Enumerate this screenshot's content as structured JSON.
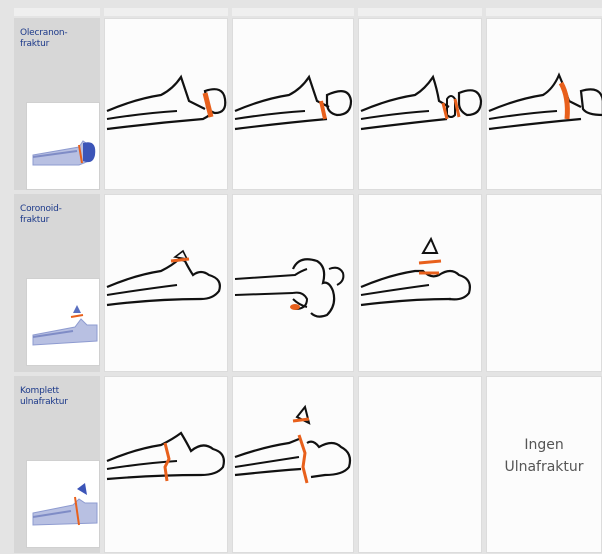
{
  "rows": [
    {
      "label_line1": "Olecranon-",
      "label_line2": "fraktur"
    },
    {
      "label_line1": "Coronoid-",
      "label_line2": "fraktur"
    },
    {
      "label_line1": "Komplett",
      "label_line2": "ulnafraktur"
    }
  ],
  "no_fracture": {
    "line1": "Ingen",
    "line2": "Ulnafraktur"
  },
  "colors": {
    "fracture": "#e8601c",
    "bone_outline": "#111111",
    "label_text": "#1d3a8a",
    "thumb_bone": "#9aa6d6",
    "thumb_ulna": "#5a6fc0"
  }
}
